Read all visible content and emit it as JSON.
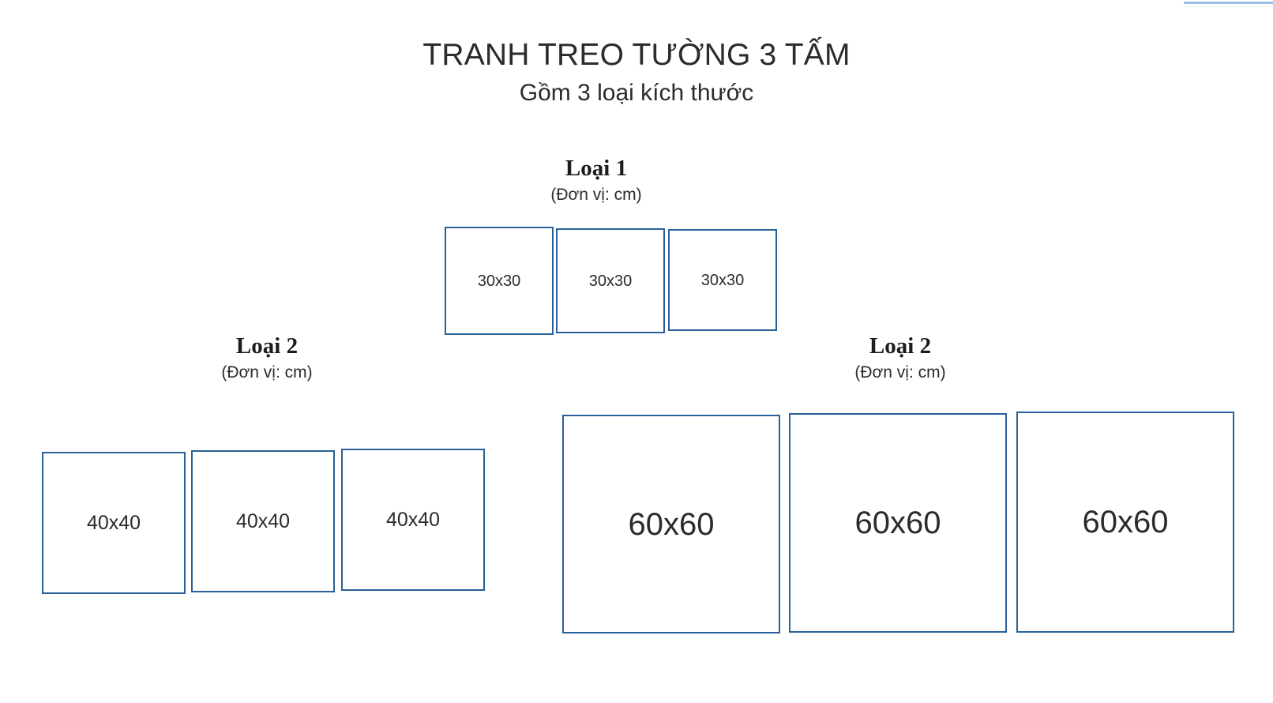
{
  "page": {
    "background_color": "#ffffff",
    "frame_border_color": "#2a6099",
    "text_color": "#2b2b2b"
  },
  "header": {
    "title": "TRANH TREO TƯỜNG 3 TẤM",
    "subtitle": "Gồm 3 loại kích thước"
  },
  "groups": [
    {
      "id": "loai-1",
      "name": "Loại 1",
      "unit": "(Đơn vị: cm)",
      "panels": [
        {
          "size": "30x30"
        },
        {
          "size": "30x30"
        },
        {
          "size": "30x30"
        }
      ]
    },
    {
      "id": "loai-2-left",
      "name": "Loại 2",
      "unit": "(Đơn vị: cm)",
      "panels": [
        {
          "size": "40x40"
        },
        {
          "size": "40x40"
        },
        {
          "size": "40x40"
        }
      ]
    },
    {
      "id": "loai-2-right",
      "name": "Loại 2",
      "unit": "(Đơn vị: cm)",
      "panels": [
        {
          "size": "60x60"
        },
        {
          "size": "60x60"
        },
        {
          "size": "60x60"
        }
      ]
    }
  ]
}
